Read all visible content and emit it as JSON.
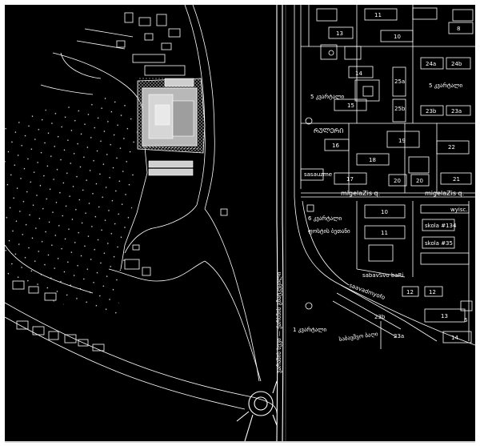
{
  "colors": {
    "background": "#000000",
    "line": "#ffffff",
    "highlight_fill": "#bfbfbf",
    "hatch": "#9a9a9a"
  },
  "blocks": {
    "b11_top": "11",
    "b13": "13",
    "b10_top": "10",
    "b8": "8",
    "b24a": "24a",
    "b24b": "24b",
    "b14": "14",
    "b25a": "25a",
    "b25b": "25b",
    "b15": "15",
    "b23b_top": "23b",
    "b23a": "23a",
    "b16": "16",
    "b19": "19",
    "b22": "22",
    "b18": "18",
    "b17": "17",
    "b20a": "20",
    "b20b": "20",
    "b21": "21",
    "b10_mid": "10",
    "b11_mid": "11",
    "b12a": "12",
    "b12b": "12",
    "b13_bot": "13",
    "b23b_bot": "23b",
    "b23a_bot": "23a",
    "b14_bot": "14",
    "b6_bot": "6"
  },
  "labels": {
    "kvartali5_a": "5 კვარტალი",
    "kvartali5_b": "5 კვარტალი",
    "ruler": "ᲠᲣᲚᲔᲠᲘ",
    "sasauzme": "sasauzme",
    "migelaZis_1": "migelaZis q.",
    "migelaZis_2": "migelaZis q.",
    "kvartali6": "6 კვარტალი",
    "pstruli": "ფოსტის ბეთანი",
    "wyisc": "wyisc.",
    "skola134": "skola #134",
    "skola35": "skola #35",
    "sabavsvo": "sabavSvo baRi",
    "saavadmyofo": "saavadmyofo",
    "kvartali1": "1 კვარტალი",
    "nakv": "საბავშვო ბაღი",
    "road_label": "ვარაზის ხევი — ქარხნის გზატკეცილი"
  }
}
